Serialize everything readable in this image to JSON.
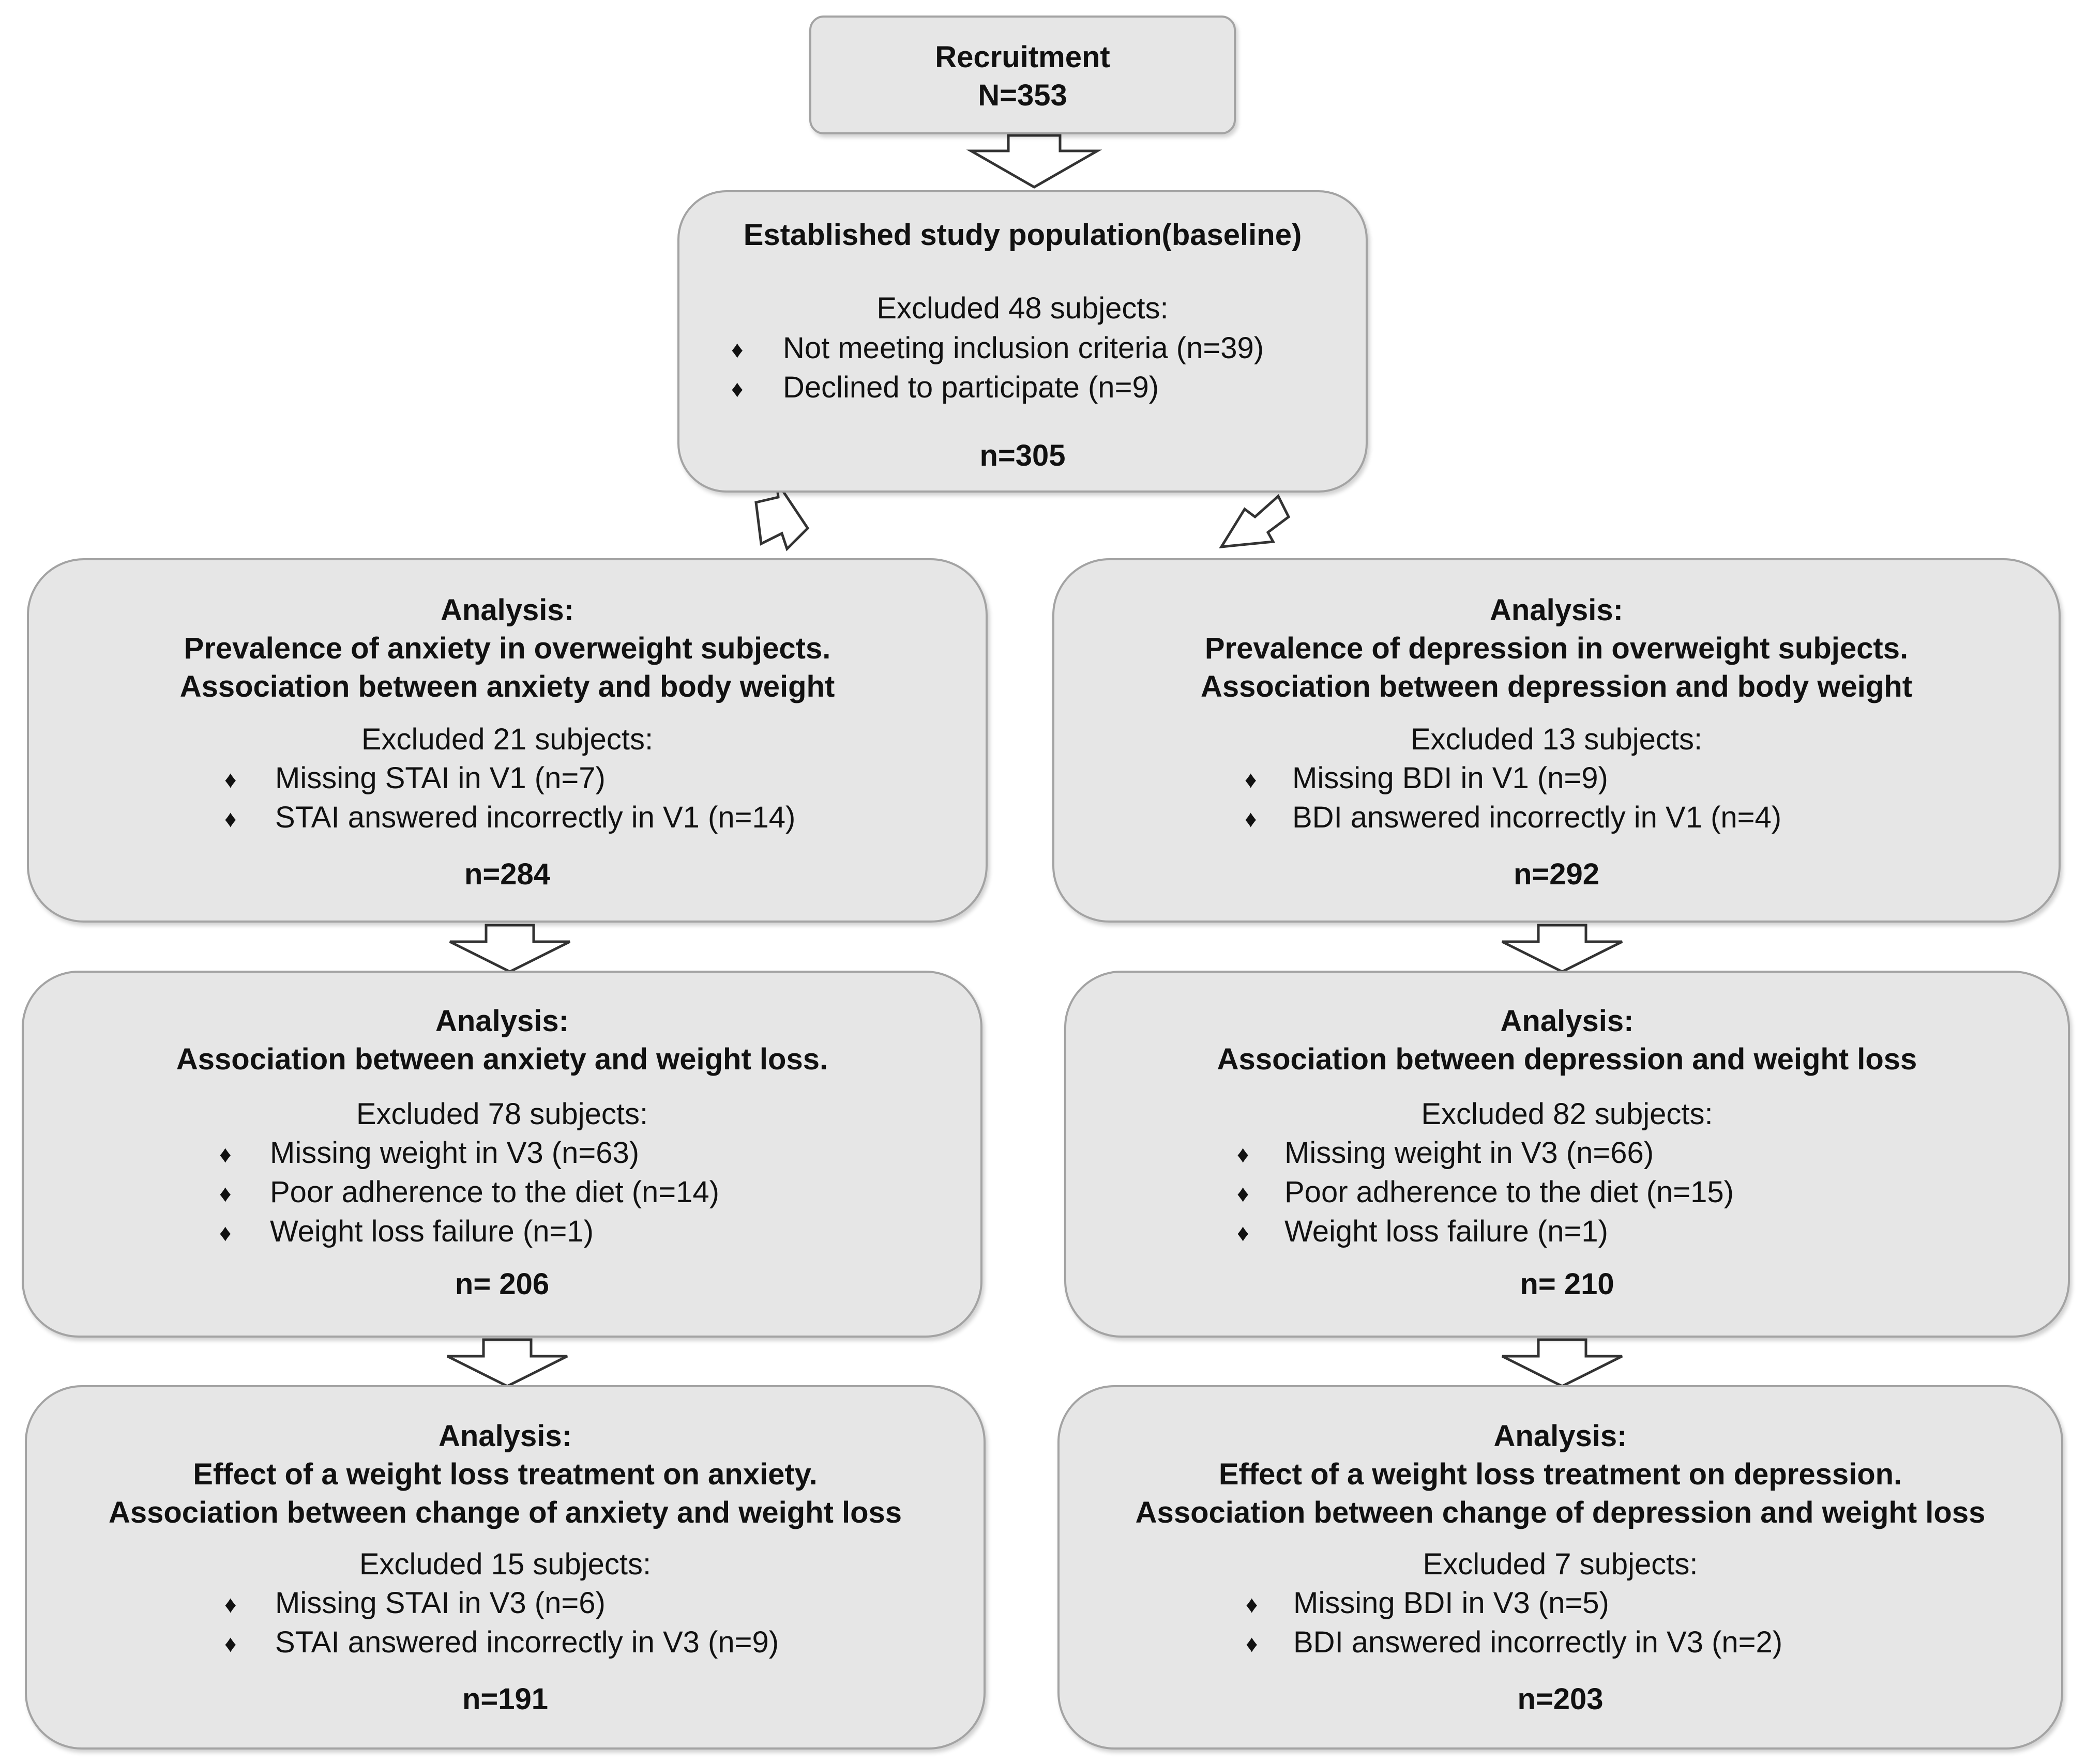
{
  "recruitment": {
    "title": "Recruitment",
    "n": "N=353"
  },
  "baseline": {
    "title": "Established study population(baseline)",
    "excluded": "Excluded 48 subjects:",
    "items": [
      "Not meeting inclusion criteria (n=39)",
      "Declined to participate (n=9)"
    ],
    "n": "n=305"
  },
  "left": [
    {
      "title": [
        "Analysis:",
        "Prevalence of anxiety in overweight subjects.",
        "Association between anxiety and body weight"
      ],
      "excluded": "Excluded 21 subjects:",
      "items": [
        "Missing STAI in V1 (n=7)",
        "STAI answered incorrectly in V1 (n=14)"
      ],
      "n": "n=284"
    },
    {
      "title": [
        "Analysis:",
        "Association between anxiety and weight loss."
      ],
      "excluded": "Excluded 78 subjects:",
      "items": [
        "Missing weight in V3 (n=63)",
        "Poor adherence to the diet (n=14)",
        "Weight loss failure (n=1)"
      ],
      "n": "n= 206"
    },
    {
      "title": [
        "Analysis:",
        "Effect of a weight loss treatment on anxiety.",
        "Association between change of anxiety and weight loss"
      ],
      "excluded": "Excluded 15 subjects:",
      "items": [
        "Missing STAI in V3 (n=6)",
        "STAI answered incorrectly in V3 (n=9)"
      ],
      "n": "n=191"
    }
  ],
  "right": [
    {
      "title": [
        "Analysis:",
        "Prevalence of depression in overweight subjects.",
        "Association between depression and body weight"
      ],
      "excluded": "Excluded 13 subjects:",
      "items": [
        "Missing BDI in V1 (n=9)",
        "BDI answered incorrectly in V1 (n=4)"
      ],
      "n": "n=292"
    },
    {
      "title": [
        "Analysis:",
        "Association between depression and weight loss"
      ],
      "excluded": "Excluded 82 subjects:",
      "items": [
        "Missing weight in V3 (n=66)",
        "Poor adherence to the diet (n=15)",
        "Weight loss failure (n=1)"
      ],
      "n": "n= 210"
    },
    {
      "title": [
        "Analysis:",
        "Effect of a weight loss treatment on depression.",
        "Association between change of depression and weight loss"
      ],
      "excluded": "Excluded 7 subjects:",
      "items": [
        "Missing BDI in V3 (n=5)",
        "BDI answered incorrectly in V3 (n=2)"
      ],
      "n": "n=203"
    }
  ],
  "colors": {
    "box_fill": "#e6e6e6",
    "box_border": "#a3a3a3",
    "arrow_fill": "#ffffff",
    "arrow_stroke": "#333333"
  }
}
